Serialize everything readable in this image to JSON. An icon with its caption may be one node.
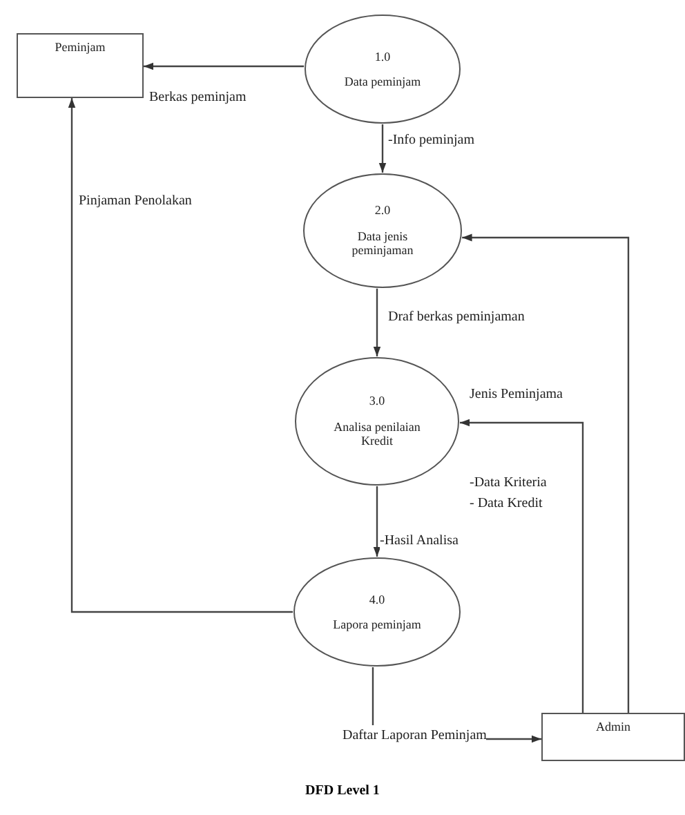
{
  "diagram": {
    "caption": "DFD Level 1",
    "nodes": [
      {
        "text": [
          "Peminjam"
        ]
      },
      {
        "text": [
          "1.0",
          "Data peminjam"
        ]
      },
      {
        "text": [
          "2.0",
          "Data jenis peminjaman"
        ]
      },
      {
        "text": [
          "3.0",
          "Analisa penilaian Kredit"
        ]
      },
      {
        "text": [
          "4.0",
          "Lapora peminjam"
        ]
      },
      {
        "text": [
          "Admin"
        ]
      }
    ],
    "edges": [
      {
        "from": 1,
        "to": 0,
        "arrow": "to",
        "label": "Berkas peminjam"
      },
      {
        "from": 1,
        "to": 2,
        "arrow": "to",
        "label": "-Info peminjam"
      },
      {
        "from": 2,
        "to": 3,
        "arrow": "to",
        "label": "Draf berkas peminjaman"
      },
      {
        "from": 3,
        "to": 4,
        "arrow": "to",
        "label": "-Hasil Analisa"
      },
      {
        "from": 4,
        "to": 0,
        "arrow": "to",
        "label": "Pinjaman Penolakan"
      },
      {
        "from": 4,
        "to": 5,
        "arrow": "to",
        "label": "Daftar Laporan Peminjam"
      },
      {
        "from": 5,
        "to": 3,
        "arrow": "to",
        "label": "Jenis Peminjama"
      },
      {
        "from": 5,
        "to": 2,
        "arrow": "to"
      }
    ],
    "labels": [
      "-Data Kriteria",
      "- Data Kredit"
    ]
  }
}
